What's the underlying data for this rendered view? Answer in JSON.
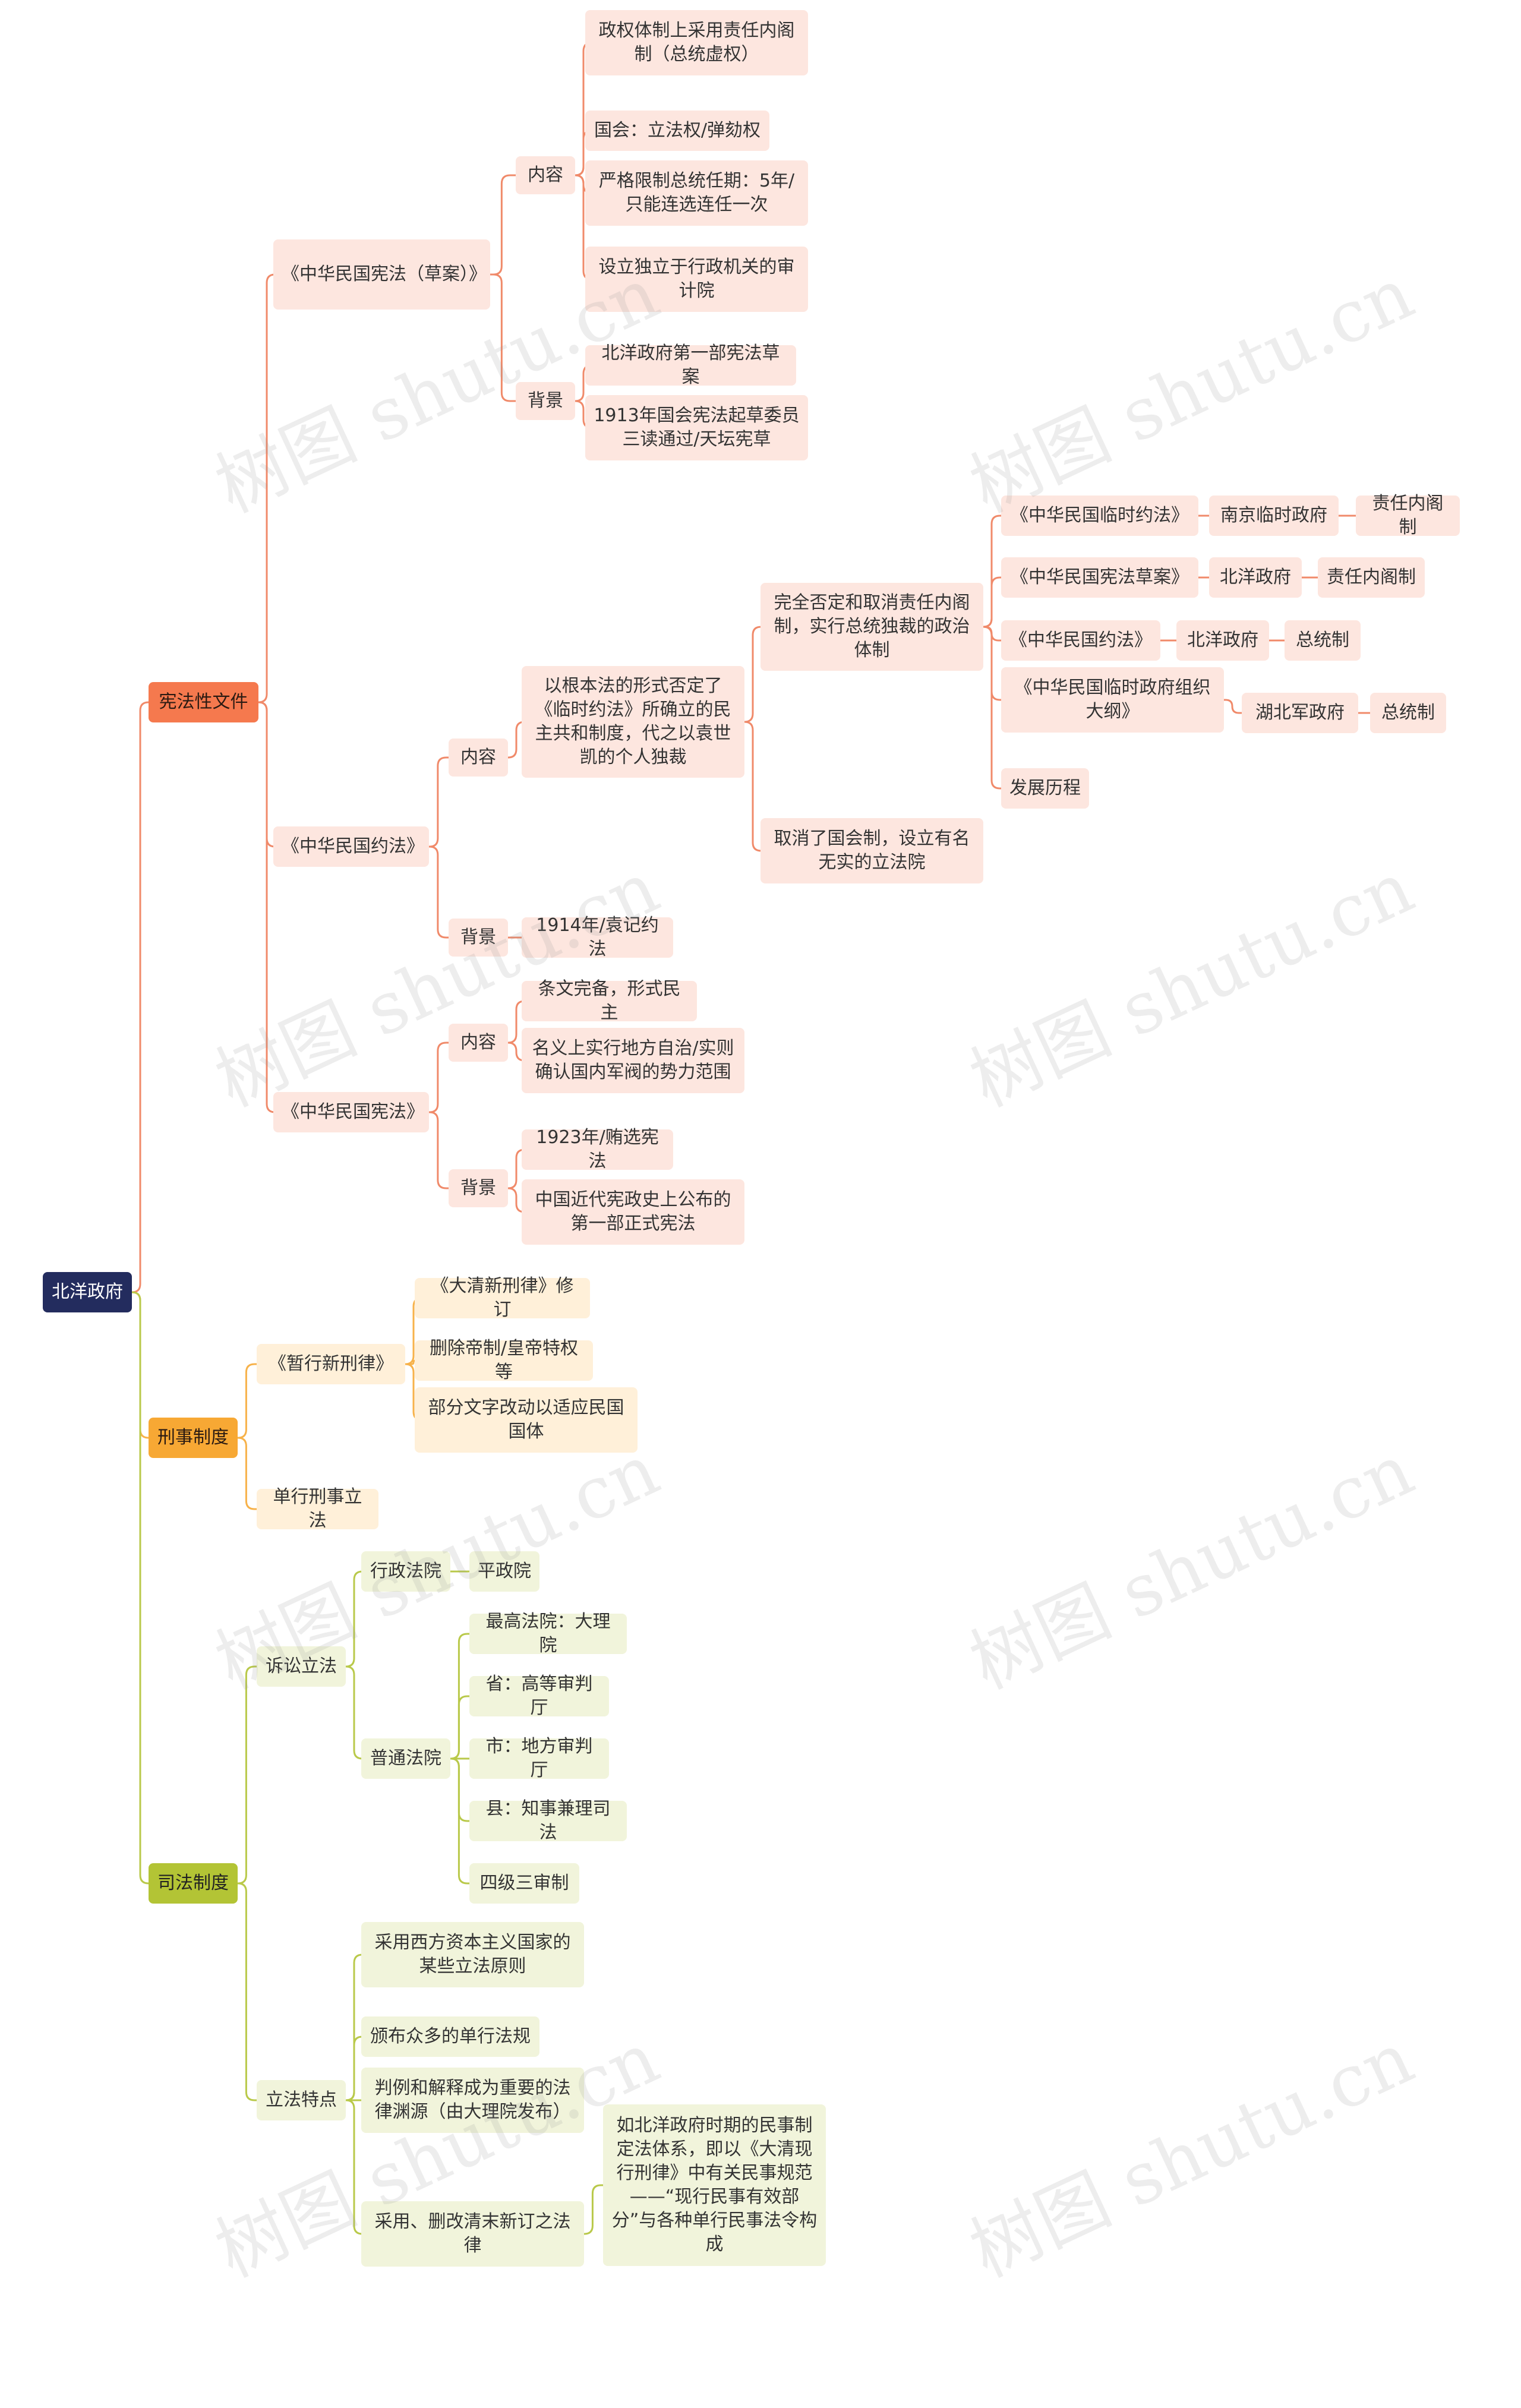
{
  "watermark": "树图 shutu.cn",
  "colors": {
    "root": "#232c5e",
    "branch_red": "#f5794e",
    "branch_orange": "#f7a834",
    "branch_green": "#b3c435",
    "line_red": "#f08a6a",
    "line_orange": "#f7b24a",
    "line_green": "#b9c94a"
  },
  "tree": {
    "label": "北洋政府",
    "children": [
      {
        "label": "宪法性文件",
        "children": [
          {
            "label": "《中华民国宪法（草案）》",
            "children": [
              {
                "label": "内容",
                "children": [
                  {
                    "label": "政权体制上采用责任内阁制（总统虚权）"
                  },
                  {
                    "label": "国会：立法权/弹劾权"
                  },
                  {
                    "label": "严格限制总统任期：5年/只能连选连任一次"
                  },
                  {
                    "label": "设立独立于行政机关的审计院"
                  }
                ]
              },
              {
                "label": "背景",
                "children": [
                  {
                    "label": "北洋政府第一部宪法草案"
                  },
                  {
                    "label": "1913年国会宪法起草委员三读通过/天坛宪草"
                  }
                ]
              }
            ]
          },
          {
            "label": "《中华民国约法》",
            "children": [
              {
                "label": "内容",
                "children": [
                  {
                    "label": "以根本法的形式否定了《临时约法》所确立的民主共和制度，代之以袁世凯的个人独裁",
                    "children": [
                      {
                        "label": "完全否定和取消责任内阁制，实行总统独裁的政治体制",
                        "children": [
                          {
                            "label": "《中华民国临时约法》",
                            "children": [
                              {
                                "label": "南京临时政府",
                                "children": [
                                  {
                                    "label": "责任内阁制"
                                  }
                                ]
                              }
                            ]
                          },
                          {
                            "label": "《中华民国宪法草案》",
                            "children": [
                              {
                                "label": "北洋政府",
                                "children": [
                                  {
                                    "label": "责任内阁制"
                                  }
                                ]
                              }
                            ]
                          },
                          {
                            "label": "《中华民国约法》",
                            "children": [
                              {
                                "label": "北洋政府",
                                "children": [
                                  {
                                    "label": "总统制"
                                  }
                                ]
                              }
                            ]
                          },
                          {
                            "label": "《中华民国临时政府组织大纲》",
                            "children": [
                              {
                                "label": "湖北军政府",
                                "children": [
                                  {
                                    "label": "总统制"
                                  }
                                ]
                              }
                            ]
                          },
                          {
                            "label": "发展历程"
                          }
                        ]
                      },
                      {
                        "label": "取消了国会制，设立有名无实的立法院"
                      }
                    ]
                  }
                ]
              },
              {
                "label": "背景",
                "children": [
                  {
                    "label": "1914年/袁记约法"
                  }
                ]
              }
            ]
          },
          {
            "label": "《中华民国宪法》",
            "children": [
              {
                "label": "内容",
                "children": [
                  {
                    "label": "条文完备，形式民主"
                  },
                  {
                    "label": "名义上实行地方自治/实则确认国内军阀的势力范围"
                  }
                ]
              },
              {
                "label": "背景",
                "children": [
                  {
                    "label": "1923年/贿选宪法"
                  },
                  {
                    "label": "中国近代宪政史上公布的第一部正式宪法"
                  }
                ]
              }
            ]
          }
        ]
      },
      {
        "label": "刑事制度",
        "children": [
          {
            "label": "《暂行新刑律》",
            "children": [
              {
                "label": "《大清新刑律》修订"
              },
              {
                "label": "删除帝制/皇帝特权等"
              },
              {
                "label": "部分文字改动以适应民国国体"
              }
            ]
          },
          {
            "label": "单行刑事立法"
          }
        ]
      },
      {
        "label": "司法制度",
        "children": [
          {
            "label": "诉讼立法",
            "children": [
              {
                "label": "行政法院",
                "children": [
                  {
                    "label": "平政院"
                  }
                ]
              },
              {
                "label": "普通法院",
                "children": [
                  {
                    "label": "最高法院：大理院"
                  },
                  {
                    "label": "省：高等审判厅"
                  },
                  {
                    "label": "市：地方审判厅"
                  },
                  {
                    "label": "县：知事兼理司法"
                  },
                  {
                    "label": "四级三审制"
                  }
                ]
              }
            ]
          },
          {
            "label": "立法特点",
            "children": [
              {
                "label": "采用西方资本主义国家的某些立法原则"
              },
              {
                "label": "颁布众多的单行法规"
              },
              {
                "label": "判例和解释成为重要的法律渊源（由大理院发布）"
              },
              {
                "label": "采用、删改清末新订之法律",
                "children": [
                  {
                    "label": "如北洋政府时期的民事制定法体系，即以《大清现行刑律》中有关民事规范——“现行民事有效部分”与各种单行民事法令构成"
                  }
                ]
              }
            ]
          }
        ]
      }
    ]
  }
}
